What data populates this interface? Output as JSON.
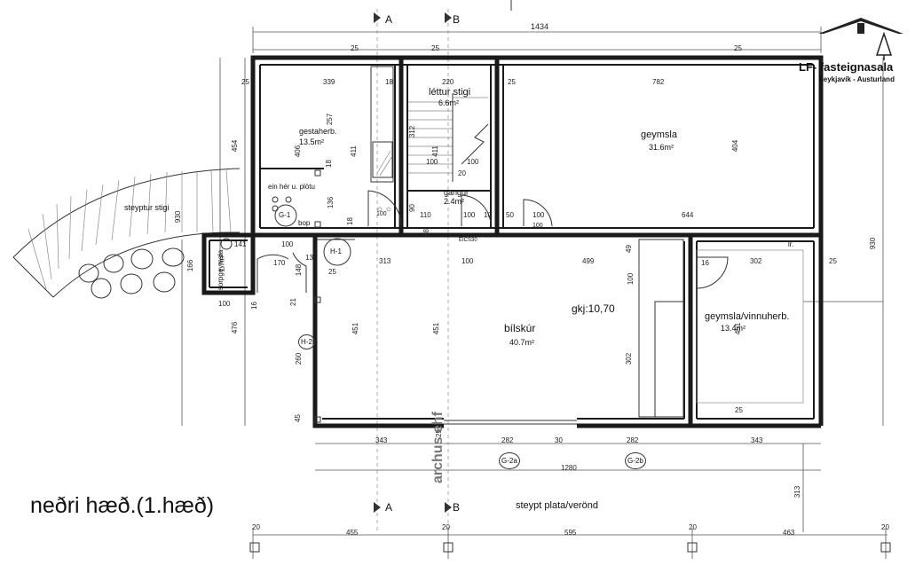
{
  "caption": "neðri hæð.(1.hæð)",
  "logo": {
    "brand": "LF- fasteignasala",
    "sub": "Reykjavík - Austurland"
  },
  "watermark": "archus ehf",
  "sections": {
    "a_top": "A",
    "b_top": "B",
    "a_bottom": "A",
    "b_bottom": "B"
  },
  "rooms": {
    "gestaherb": {
      "name": "gestaherb.",
      "area": "13.5m²"
    },
    "lettur_stigi": {
      "name": "léttur stigi",
      "area": "6.6m²"
    },
    "geymsla": {
      "name": "geymsla",
      "area": "31.6m²"
    },
    "gangur": {
      "name": "gangur",
      "area": "2.4m²"
    },
    "sorpgeymsla": {
      "name": "sorpgeymsla",
      "area": "1.7m²"
    },
    "bilskur": {
      "name": "bílskúr",
      "area": "40.7m²"
    },
    "geymsla_vinnuherb": {
      "name": "geymsla/vinnuherb.",
      "area": "13.4m²"
    }
  },
  "labels": {
    "gkj": "gkj:10,70",
    "steyptur_stigi": "steyptur stigi",
    "steypt_plata": "steypt plata/verönd",
    "ein_her": "ein hér u. plötu",
    "bop": "bop",
    "lr": "lr.",
    "eics": "EICS30"
  },
  "markers": [
    "G-1",
    "H-1",
    "H-2",
    "G-2a",
    "G-2b"
  ],
  "dimensions": {
    "top_total": "1434",
    "top_row": [
      "25",
      "25",
      "25",
      "25",
      "25"
    ],
    "inner_row": [
      "339",
      "18",
      "220",
      "782"
    ],
    "left_col": [
      "454",
      "930",
      "166",
      "476",
      "260",
      "45",
      "21",
      "16"
    ],
    "right_col": [
      "930",
      "313"
    ],
    "room_row": [
      "313",
      "100",
      "499",
      "302",
      "16",
      "25"
    ],
    "bottom_row": [
      "343",
      "282",
      "30",
      "282",
      "343"
    ],
    "bottom_total": "1280",
    "base_row": [
      "20",
      "455",
      "20",
      "595",
      "20",
      "463",
      "20"
    ],
    "misc": [
      "257",
      "406",
      "411",
      "312",
      "411",
      "18",
      "136",
      "18",
      "90",
      "110",
      "100",
      "10",
      "50",
      "100",
      "644",
      "404",
      "100",
      "100",
      "20",
      "18",
      "100",
      "170",
      "141",
      "13",
      "148",
      "25",
      "100",
      "49",
      "100",
      "451",
      "451",
      "302",
      "451",
      "25",
      "25",
      "100",
      "100"
    ]
  }
}
